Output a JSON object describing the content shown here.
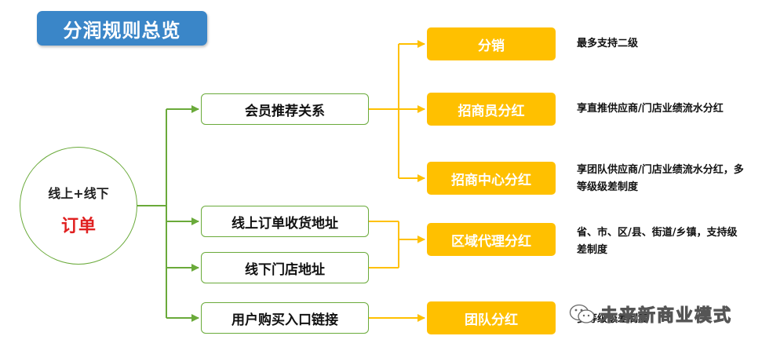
{
  "title": "分润规则总览",
  "order": {
    "line1": "线上+线下",
    "line2": "订单"
  },
  "sources": [
    {
      "label": "会员推荐关系"
    },
    {
      "label": "线上订单收货地址"
    },
    {
      "label": "线下门店地址"
    },
    {
      "label": "用户购买入口链接"
    }
  ],
  "targets": [
    {
      "label": "分销",
      "note": "最多支持二级"
    },
    {
      "label": "招商员分红",
      "note": "享直推供应商/门店业绩流水分红"
    },
    {
      "label": "招商中心分红",
      "note": "享团队供应商/门店业绩流水分红，多等级级差制度"
    },
    {
      "label": "区域代理分红",
      "note": "省、市、区/县、街道/乡镇，支持级差制度"
    },
    {
      "label": "团队分红",
      "note": "多等级级差制度"
    }
  ],
  "watermark": {
    "text": "未来新商业模式",
    "icon": "wechat-icon"
  },
  "colors": {
    "title_bg": "#3a86c8",
    "green": "#6aaa3a",
    "gold": "#ffc000",
    "order_red": "#e02020"
  }
}
